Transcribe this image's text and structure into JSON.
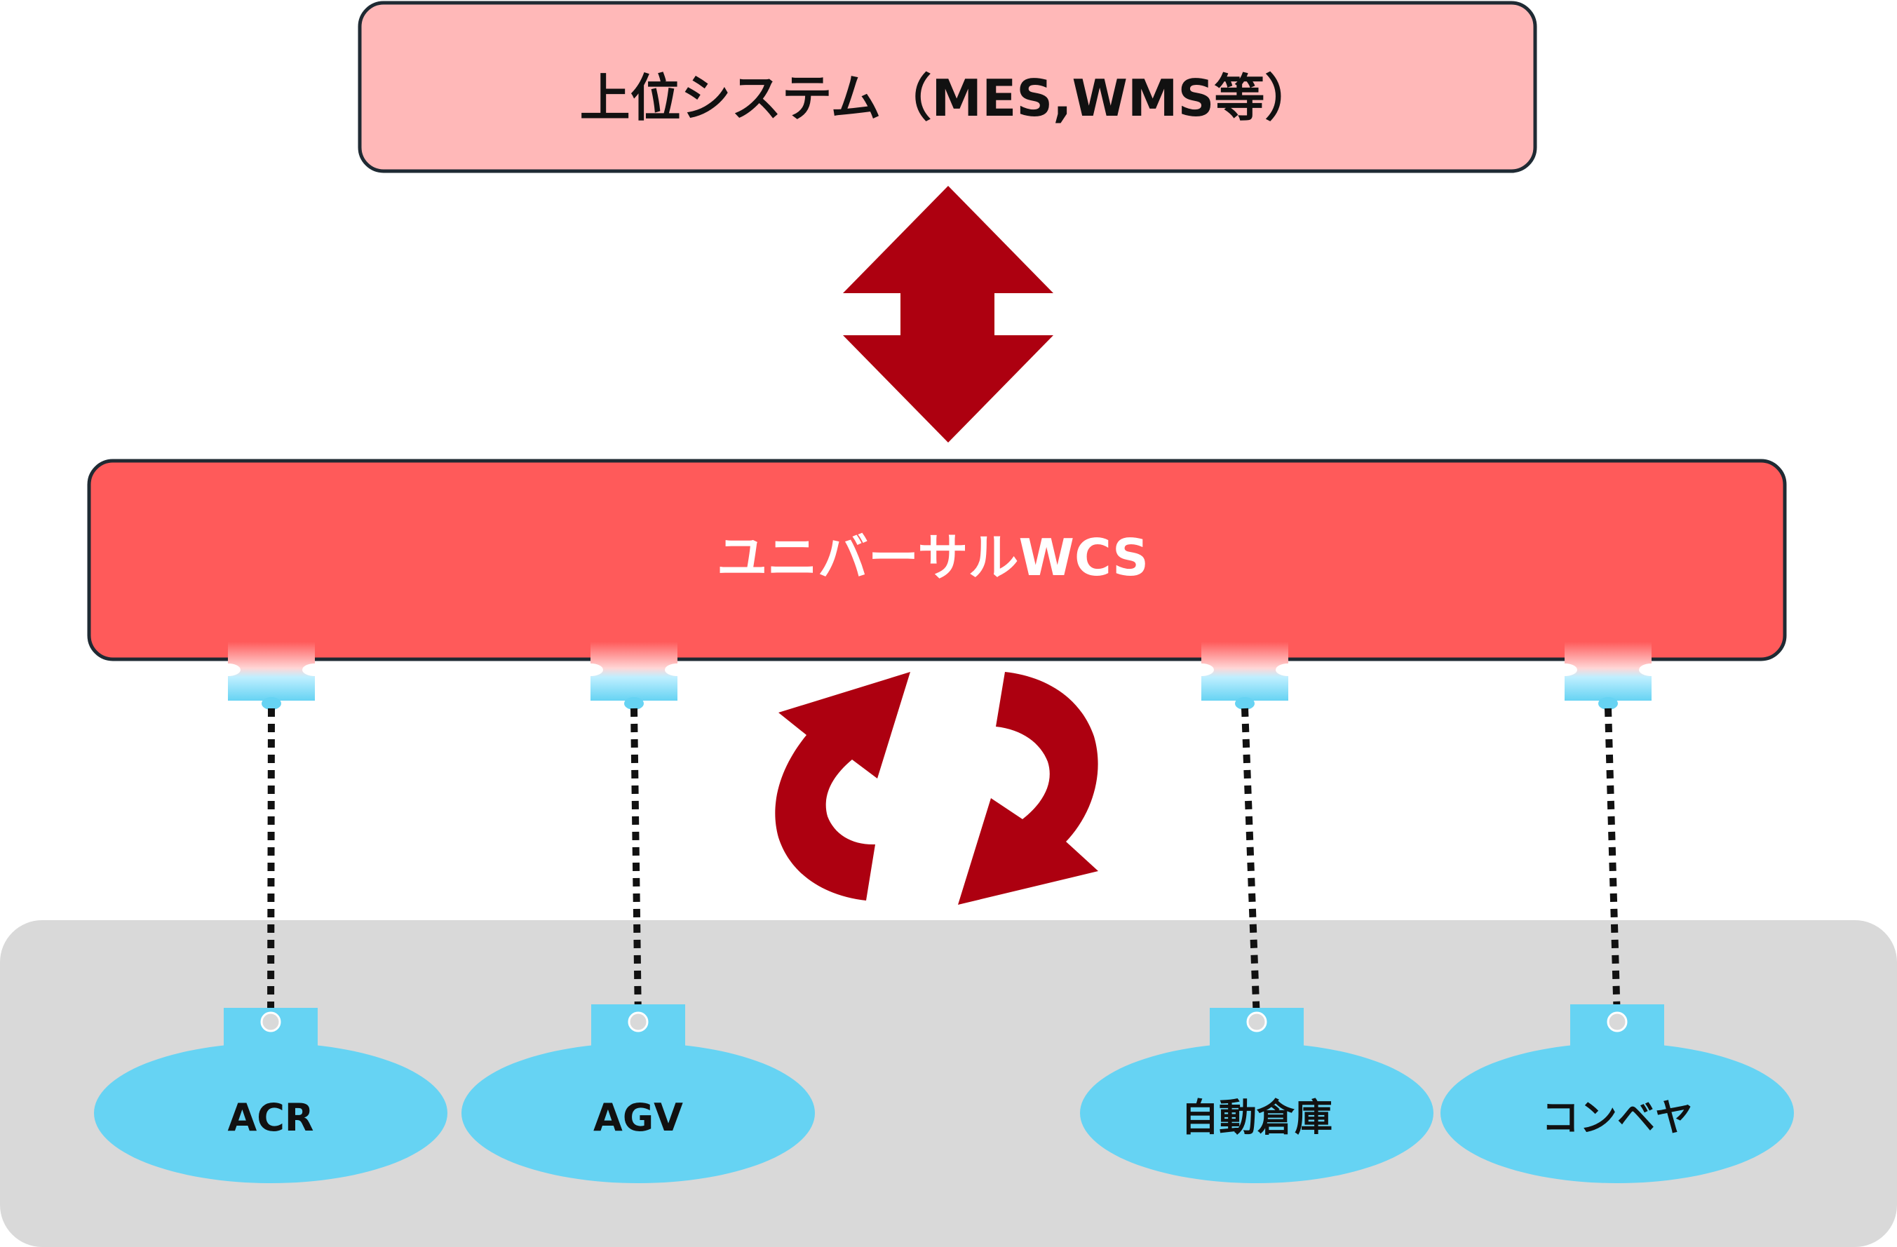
{
  "upper_system": {
    "label": "上位システム（MES,WMS等）"
  },
  "wcs": {
    "label": "ユニバーサルWCS"
  },
  "devices": [
    {
      "label": "ACR"
    },
    {
      "label": "AGV"
    },
    {
      "label": "自動倉庫"
    },
    {
      "label": "コンベヤ"
    }
  ],
  "colors": {
    "upper_fill": "#ffb8b8",
    "wcs_fill": "#ff5a5a",
    "arrow": "#ad0010",
    "device_fill": "#66d3f3",
    "floor": "#d9d9d9",
    "outline": "#1f2a33"
  }
}
